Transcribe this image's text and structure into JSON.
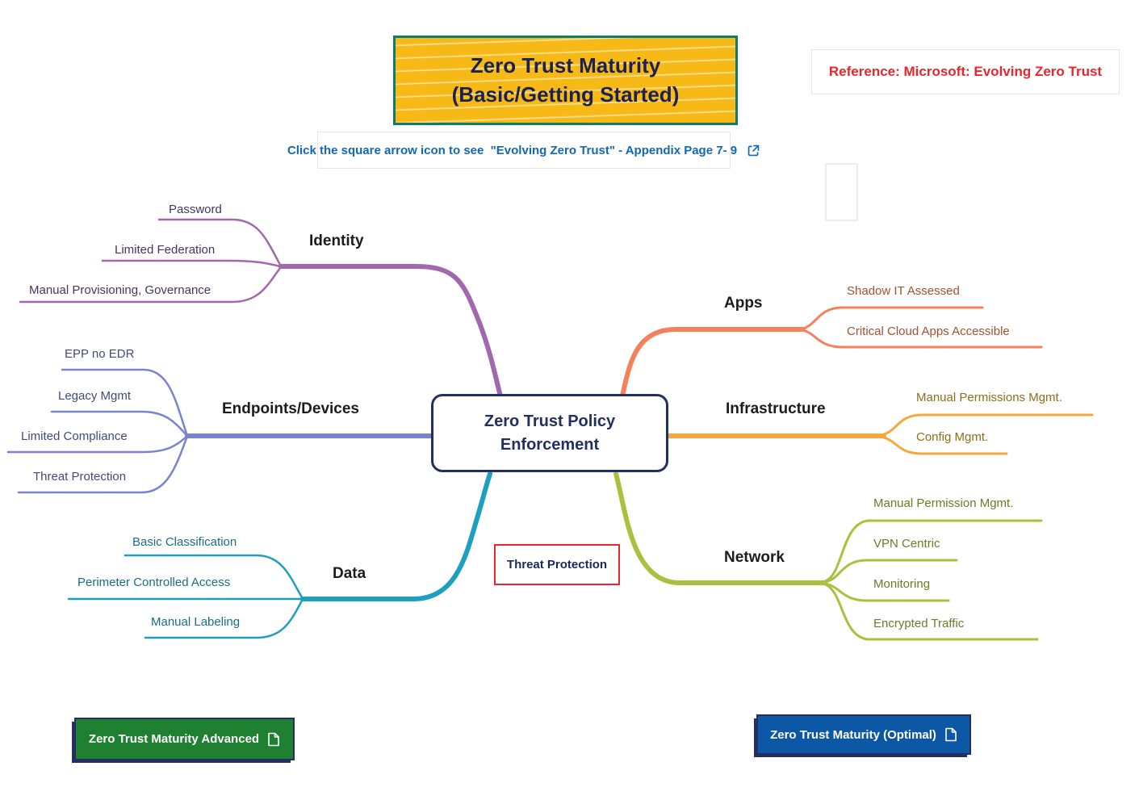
{
  "banner": {
    "title_line1": "Zero Trust Maturity",
    "title_line2": "(Basic/Getting Started)",
    "bg_color": "#f7b916",
    "border_color": "#0e7c6b",
    "text_color": "#1b2150"
  },
  "reference": {
    "text": "Reference: Microsoft: Evolving Zero Trust",
    "text_color": "#e8262c"
  },
  "instruction": {
    "text": "Click the square arrow icon to see  \"Evolving Zero Trust\" - Appendix Page 7- 9",
    "icon": "external-link-icon",
    "text_color": "#1268b3"
  },
  "center": {
    "line1": "Zero Trust Policy",
    "line2": "Enforcement",
    "border_color": "#232e63"
  },
  "threat_box": {
    "label": "Threat Protection",
    "border_color": "#e8262c"
  },
  "branches": [
    {
      "name": "Identity",
      "color": "#a268ae",
      "leaf_color": "#4a3362",
      "leaves": [
        "Password",
        "Limited Federation",
        "Manual Provisioning, Governance"
      ]
    },
    {
      "name": "Endpoints/Devices",
      "color": "#7b82cf",
      "leaf_color": "#434a7d",
      "leaves": [
        "EPP no EDR",
        "Legacy Mgmt",
        "Limited Compliance",
        "Threat Protection"
      ]
    },
    {
      "name": "Data",
      "color": "#1d9fc0",
      "leaf_color": "#186e84",
      "leaves": [
        "Basic Classification",
        "Perimeter Controlled Access",
        "Manual Labeling"
      ]
    },
    {
      "name": "Apps",
      "color": "#f4815c",
      "leaf_color": "#a3522f",
      "leaves": [
        "Shadow IT Assessed",
        "Critical Cloud Apps Accessible"
      ]
    },
    {
      "name": "Infrastructure",
      "color": "#f6a83e",
      "leaf_color": "#8f6d1a",
      "leaves": [
        "Manual Permissions Mgmt.",
        "Config Mgmt."
      ]
    },
    {
      "name": "Network",
      "color": "#a9c13e",
      "leaf_color": "#6f7a26",
      "leaves": [
        "Manual Permission Mgmt.",
        "VPN Centric",
        "Monitoring",
        "Encrypted Traffic"
      ]
    }
  ],
  "buttons": {
    "advanced": {
      "label": "Zero Trust Maturity Advanced",
      "bg_color": "#1f8031",
      "icon": "page-icon"
    },
    "optimal": {
      "label": "Zero Trust Maturity (Optimal)",
      "bg_color": "#0d57a7",
      "icon": "page-icon"
    }
  }
}
